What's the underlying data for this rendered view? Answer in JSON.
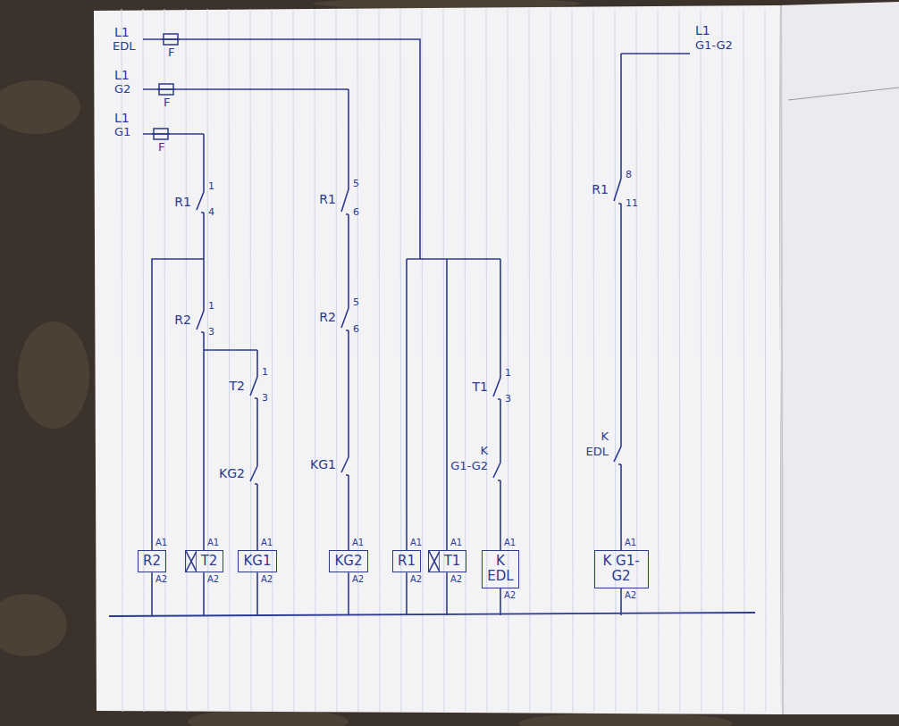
{
  "diagram": {
    "nodes": [
      {
        "text": [
          "R2"
        ]
      },
      {
        "text": [
          "T2"
        ]
      },
      {
        "text": [
          "KG1"
        ]
      },
      {
        "text": [
          "KG2"
        ]
      },
      {
        "text": [
          "R1"
        ]
      },
      {
        "text": [
          "T1"
        ]
      },
      {
        "text": [
          "K EDL"
        ]
      },
      {
        "text": [
          "K G1-G2"
        ]
      }
    ],
    "labels": [
      "L1",
      "EDL",
      "F",
      "L1",
      "G2",
      "F",
      "L1",
      "G1",
      "F",
      "R1",
      "1",
      "4",
      "R2",
      "1",
      "3",
      "T2",
      "1",
      "3",
      "KG2",
      "R1",
      "5",
      "6",
      "R2",
      "5",
      "6",
      "KG1",
      "T1",
      "1",
      "3",
      "K",
      "G1-G2",
      "R1",
      "8",
      "11",
      "K",
      "EDL",
      "L1",
      "G1-G2",
      "A1",
      "A2",
      "A1",
      "A2",
      "A1",
      "A2",
      "A1",
      "A2",
      "A1",
      "A2",
      "A1",
      "A2",
      "A1",
      "A2",
      "A1",
      "A2"
    ]
  }
}
